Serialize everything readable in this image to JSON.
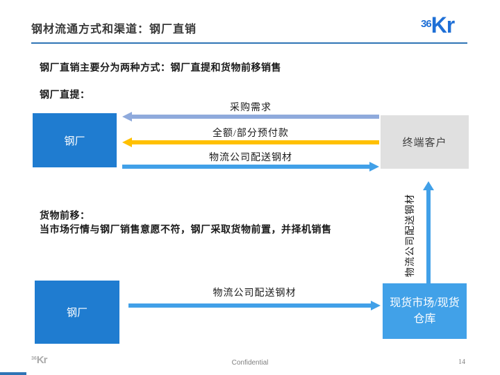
{
  "colors": {
    "brand-blue": "#1E6FD6",
    "line-blue": "#2E74B5",
    "box-blue": "#1F7CD0",
    "box-light-blue": "#41A1E8",
    "box-gray": "#E0E0E0",
    "arrow-periwinkle": "#8FAADC",
    "arrow-gold": "#FFC000",
    "arrow-blue": "#41A0E8",
    "footer-gray": "#ABABAB"
  },
  "header": {
    "title": "钢材流通方式和渠道：钢厂直销",
    "logo_sup": "36",
    "logo_main": "Kr"
  },
  "intro": {
    "line1": "钢厂直销主要分为两种方式：钢厂直提和货物前移销售",
    "section1_label": "钢厂直提："
  },
  "diagram1": {
    "left_box": "钢厂",
    "right_box": "终端客户",
    "arrows": [
      {
        "label": "采购需求",
        "direction": "left",
        "color": "periwinkle"
      },
      {
        "label": "全额/部分预付款",
        "direction": "left",
        "color": "gold"
      },
      {
        "label": "物流公司配送钢材",
        "direction": "right",
        "color": "blue"
      }
    ]
  },
  "section2": {
    "label": "货物前移：",
    "description": "当市场行情与钢厂销售意愿不符，钢厂采取货物前置，并择机销售"
  },
  "diagram2": {
    "left_box": "钢厂",
    "right_box": "现货市场/现货仓库",
    "arrow_label": "物流公司配送钢材",
    "vertical_arrow_label": "物流公司配送钢材"
  },
  "footer": {
    "logo_sup": "36",
    "logo_main": "Kr",
    "confidential": "Confidential",
    "page_number": "14"
  }
}
